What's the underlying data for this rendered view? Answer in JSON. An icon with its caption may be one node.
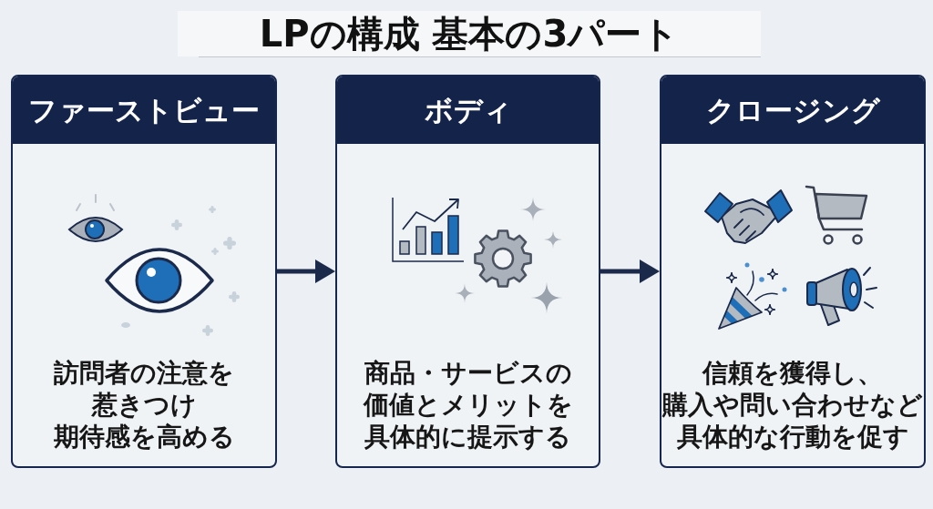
{
  "diagram": {
    "title": "LPの構成 基本の3パート",
    "nodes": [
      {
        "text": [
          "ファーストビュー",
          "訪問者の注意を惹きつけ期待感を高める"
        ]
      },
      {
        "text": [
          "ボディ",
          "商品・サービスの価値とメリットを具体的に提示する"
        ]
      },
      {
        "text": [
          "クロージング",
          "信頼を獲得し、購入や問い合わせなど具体的な行動を促す"
        ]
      }
    ],
    "edges": [
      {
        "from": 0,
        "to": 1,
        "arrow": "to"
      },
      {
        "from": 1,
        "to": 2,
        "arrow": "to"
      }
    ]
  }
}
